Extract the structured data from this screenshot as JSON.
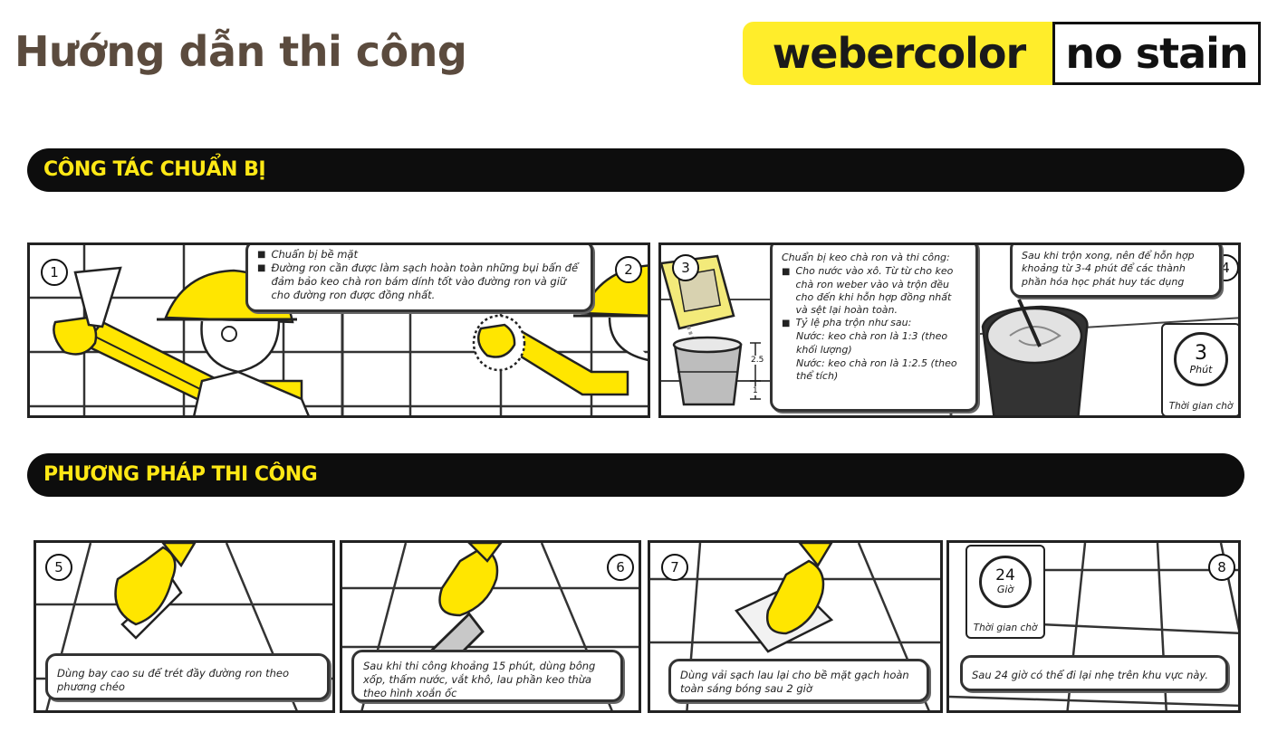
{
  "header": {
    "title": "Hướng dẫn thi công",
    "brand_primary": "webercolor",
    "brand_secondary": "no stain"
  },
  "colors": {
    "accent_yellow": "#ffed2b",
    "bar_black": "#0d0d0d",
    "title_brown": "#5b4b3e"
  },
  "sections": {
    "prep": {
      "title": "CÔNG TÁC CHUẨN BỊ"
    },
    "method": {
      "title": "PHƯƠNG PHÁP THI CÔNG"
    }
  },
  "steps": {
    "s1": {
      "num": "1"
    },
    "s2": {
      "num": "2"
    },
    "s3": {
      "num": "3"
    },
    "s4": {
      "num": "4"
    },
    "s5": {
      "num": "5"
    },
    "s6": {
      "num": "6"
    },
    "s7": {
      "num": "7"
    },
    "s8": {
      "num": "8"
    }
  },
  "notes": {
    "surface_title": "Chuẩn bị bề mặt",
    "surface_body": "Đường ron cần được làm sạch hoàn toàn những bụi bẩn để đảm bảo keo chà ron bám dính tốt vào đường ron và giữ cho đường ron được đồng nhất.",
    "mix_intro": "Chuẩn bị keo chà ron và thi công:",
    "mix_step": "Cho nước vào xô. Từ từ cho keo chà ron weber vào và trộn đều cho đến khi hỗn hợp đồng nhất và sệt lại hoàn toàn.",
    "ratio_title": "Tỷ lệ pha trộn như sau:",
    "ratio_weight": "Nước: keo chà ron là 1:3 (theo khối lượng)",
    "ratio_volume": "Nước: keo chà ron là 1:2.5 (theo thể tích)",
    "rest": "Sau khi trộn xong, nên để hỗn hợp khoảng từ 3-4 phút để các thành phần hóa học phát huy tác dụng",
    "step5": "Dùng bay cao su để trét đầy đường ron theo phương chéo",
    "step6": "Sau khi thi công khoảng 15 phút, dùng bông xốp, thấm nước, vắt khô, lau phần keo thừa theo hình xoắn ốc",
    "step7": "Dùng vải sạch lau lại cho bề mặt gạch hoàn toàn sáng bóng sau 2 giờ",
    "step8": "Sau 24 giờ có thể đi lại nhẹ trên khu vực này."
  },
  "bucket_marks": {
    "upper": "2.5",
    "lower": "1"
  },
  "timers": {
    "rest": {
      "value": "3",
      "unit": "Phút",
      "label": "Thời gian chờ"
    },
    "cure": {
      "value": "24",
      "unit": "Giờ",
      "label": "Thời gian chờ"
    }
  }
}
